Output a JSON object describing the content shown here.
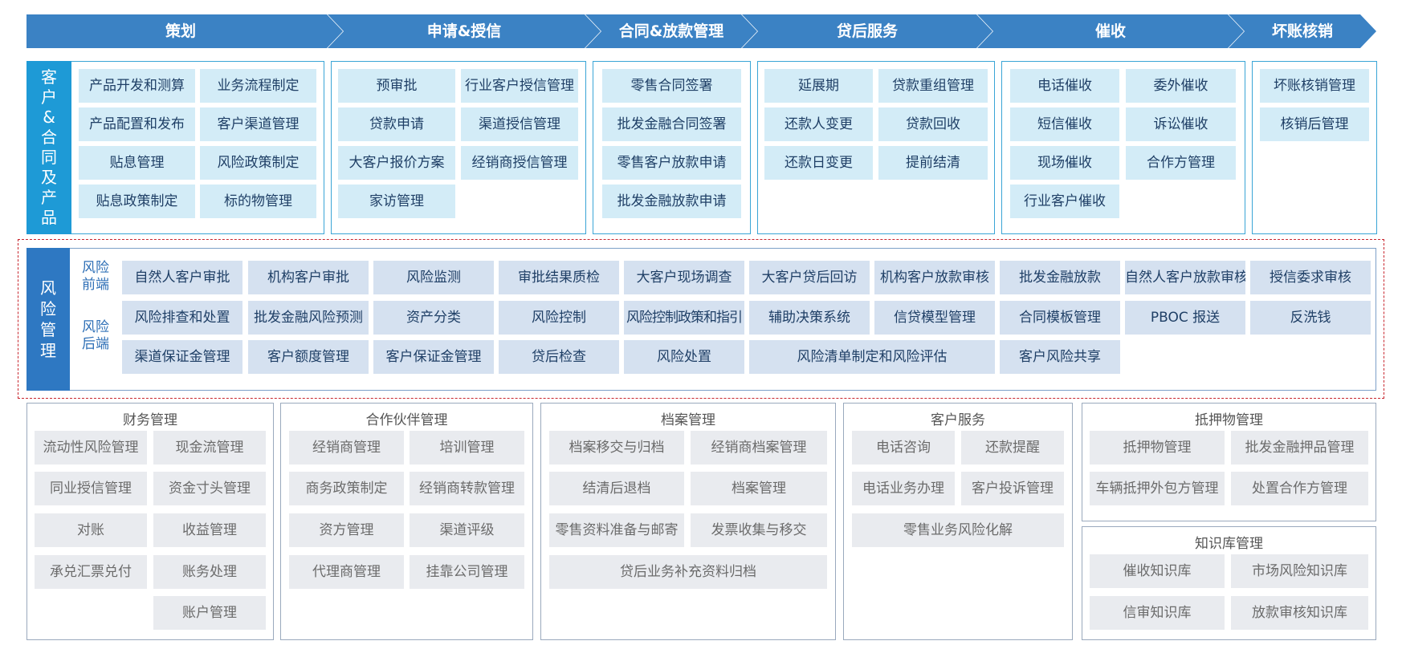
{
  "colors": {
    "phase": "#3b82c4",
    "customer_side": "#1e9ad6",
    "customer_box": "#d3ecf7",
    "risk_side": "#2e78c2",
    "risk_box": "#d5e1f0",
    "risk_frame": "#c8262e",
    "bottom_box": "#e9ebef"
  },
  "phases": [
    "策划",
    "申请&授信",
    "合同&放款管理",
    "贷后服务",
    "催收",
    "坏账核销"
  ],
  "customer": {
    "sidebar": "客户&合同及产品",
    "groups": [
      {
        "items": [
          "产品开发和测算",
          "业务流程制定",
          "产品配置和发布",
          "客户渠道管理",
          "贴息管理",
          "风险政策制定",
          "贴息政策制定",
          "标的物管理"
        ]
      },
      {
        "items": [
          "预审批",
          "行业客户授信管理",
          "贷款申请",
          "渠道授信管理",
          "大客户报价方案",
          "经销商授信管理",
          "家访管理"
        ]
      },
      {
        "items": [
          "零售合同签署",
          "批发金融合同签署",
          "零售客户放款申请",
          "批发金融放款申请"
        ]
      },
      {
        "items": [
          "延展期",
          "贷款重组管理",
          "还款人变更",
          "贷款回收",
          "还款日变更",
          "提前结清"
        ]
      },
      {
        "items": [
          "电话催收",
          "委外催收",
          "短信催收",
          "诉讼催收",
          "现场催收",
          "合作方管理",
          "行业客户催收"
        ]
      },
      {
        "items": [
          "坏账核销管理",
          "核销后管理"
        ]
      }
    ]
  },
  "risk": {
    "sidebar": "风险管理",
    "front_label": "风险前端",
    "back_label": "风险后端",
    "row1": [
      "自然人客户审批",
      "机构客户审批",
      "风险监测",
      "审批结果质检",
      "大客户现场调查",
      "大客户贷后回访",
      "机构客户放款审核",
      "批发金融放款",
      "自然人客户放款审核",
      "授信委求审核"
    ],
    "row2": [
      "风险排查和处置",
      "批发金融风险预测",
      "资产分类",
      "风险控制",
      "风险控制政策和指引",
      "辅助决策系统",
      "信贷模型管理",
      "合同模板管理",
      "PBOC 报送",
      "反洗钱"
    ],
    "row3": [
      "渠道保证金管理",
      "客户额度管理",
      "客户保证金管理",
      "贷后检查",
      "风险处置",
      "风险清单制定和风险评估",
      "客户风险共享"
    ]
  },
  "bottom": [
    {
      "title": "财务管理",
      "items": [
        "流动性风险管理",
        "现金流管理",
        "同业授信管理",
        "资金寸头管理",
        "对账",
        "收益管理",
        "承兑汇票兑付",
        "账务处理",
        "账户管理"
      ]
    },
    {
      "title": "合作伙伴管理",
      "items": [
        "经销商管理",
        "培训管理",
        "商务政策制定",
        "经销商转款管理",
        "资方管理",
        "渠道评级",
        "代理商管理",
        "挂靠公司管理"
      ]
    },
    {
      "title": "档案管理",
      "items": [
        "档案移交与归档",
        "经销商档案管理",
        "结清后退档",
        "档案管理",
        "零售资料准备与邮寄",
        "发票收集与移交",
        "贷后业务补充资料归档"
      ]
    },
    {
      "title": "客户服务",
      "items": [
        "电话咨询",
        "还款提醒",
        "电话业务办理",
        "客户投诉管理",
        "零售业务风险化解"
      ]
    },
    {
      "title": "抵押物管理",
      "items": [
        "抵押物管理",
        "批发金融押品管理",
        "车辆抵押外包方管理",
        "处置合作方管理"
      ]
    },
    {
      "title": "知识库管理",
      "items": [
        "催收知识库",
        "市场风险知识库",
        "信审知识库",
        "放款审核知识库"
      ]
    }
  ]
}
